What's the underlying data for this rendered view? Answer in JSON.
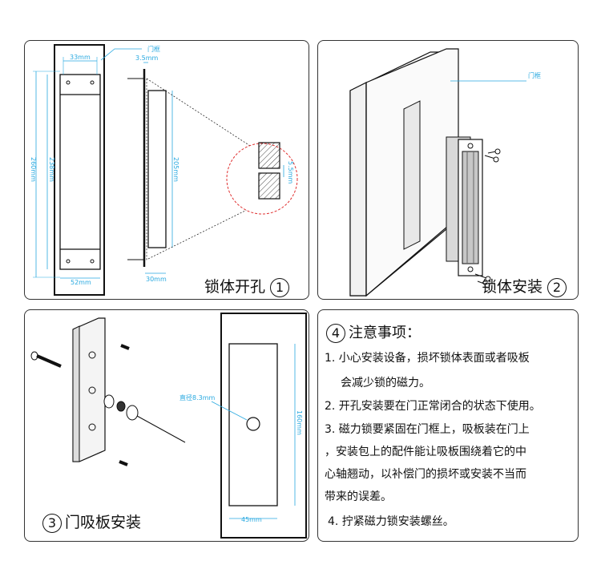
{
  "panel1": {
    "caption": "锁体开孔",
    "number": "1",
    "labels": {
      "frame": "门框",
      "w33": "33mm",
      "w35": "3.5mm",
      "h238": "238mm",
      "h260": "260mm",
      "w52": "52mm",
      "h205": "205mm",
      "w30": "30mm",
      "gap55": "5.5mm"
    }
  },
  "panel2": {
    "caption": "锁体安装",
    "number": "2",
    "frame_label": "门框"
  },
  "panel3": {
    "caption": "门吸板安装",
    "number": "3",
    "labels": {
      "diameter": "直径8.3mm",
      "h160": "160mm",
      "w45": "45mm"
    }
  },
  "panel4": {
    "number": "4",
    "title": "注意事项：",
    "lines": [
      "1. 小心安装设备，损坏锁体表面或者吸板",
      "会减少锁的磁力。",
      "2. 开孔安装要在门正常闭合的状态下使用。",
      "3. 磁力锁要紧固在门框上，吸板装在门上",
      "，安装包上的配件能让吸板围绕着它的中",
      "心轴翘动，以补偿门的损坏或安装不当而",
      "带来的误差。",
      "4. 拧紧磁力锁安装螺丝。"
    ]
  }
}
